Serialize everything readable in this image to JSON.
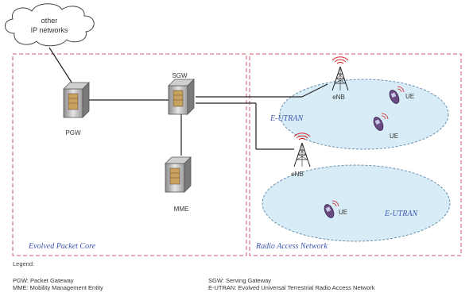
{
  "cloud": {
    "line1": "other",
    "line2": "IP networks"
  },
  "nodes": {
    "pgw": "PGW",
    "sgw": "SGW",
    "mme": "MME",
    "enb_top": "eNB",
    "enb_bottom": "eNB",
    "ue1": "UE",
    "ue2": "UE",
    "ue3": "UE"
  },
  "regions": {
    "core": "Evolved Packet Core",
    "ran": "Radio Access Network",
    "eutran_top": "E-UTRAN",
    "eutran_bottom": "E-UTRAN"
  },
  "legend": {
    "title": "Legend:",
    "left_line1": "PGW: Packet Gateway",
    "left_line2": "MME: Mobility Management Entity",
    "right_line1": "SGW: Serving Gateway",
    "right_line2": "E-UTRAN: Evolved Universal Terrestrial Radio Access Network"
  },
  "colors": {
    "dashed_border": "#d65a6a",
    "ellipse_fill": "#d7ecf7",
    "ellipse_stroke": "#6a8fb0",
    "region_text": "#3c56b0",
    "tower_signal": "#cc2222"
  }
}
